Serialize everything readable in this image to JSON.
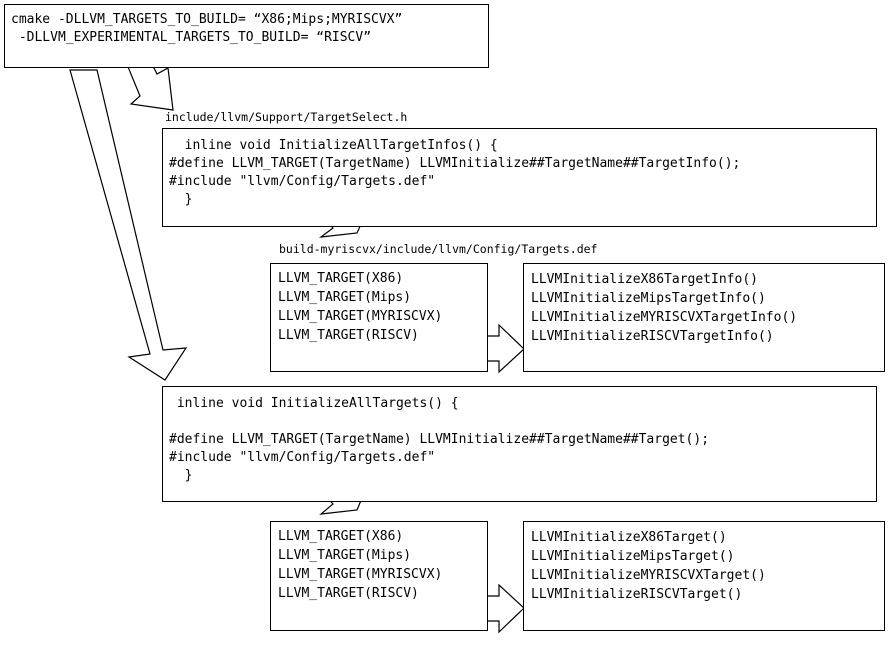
{
  "cmake_box": {
    "lines": [
      "cmake -DLLVM_TARGETS_TO_BUILD= “X86;Mips;MYRISCVX”",
      " -DLLVM_EXPERIMENTAL_TARGETS_TO_BUILD= “RISCV”"
    ]
  },
  "target_select_path": "include/llvm/Support/TargetSelect.h",
  "target_infos_box": {
    "lines": [
      "  inline void InitializeAllTargetInfos() {",
      "#define LLVM_TARGET(TargetName) LLVMInitialize##TargetName##TargetInfo();",
      "#include \"llvm/Config/Targets.def\"",
      "  }"
    ]
  },
  "targets_def_path": "build-myriscvx/include/llvm/Config/Targets.def",
  "targets_def_box_1": {
    "lines": [
      "LLVM_TARGET(X86)",
      "LLVM_TARGET(Mips)",
      "LLVM_TARGET(MYRISCVX)",
      "LLVM_TARGET(RISCV)"
    ]
  },
  "target_info_result_box": {
    "lines": [
      "LLVMInitializeX86TargetInfo()",
      "LLVMInitializeMipsTargetInfo()",
      "LLVMInitializeMYRISCVXTargetInfo()",
      "LLVMInitializeRISCVTargetInfo()"
    ]
  },
  "all_targets_box": {
    "lines": [
      " inline void InitializeAllTargets() {",
      "",
      "#define LLVM_TARGET(TargetName) LLVMInitialize##TargetName##Target();",
      "#include \"llvm/Config/Targets.def\"",
      "  }"
    ]
  },
  "targets_def_box_2": {
    "lines": [
      "LLVM_TARGET(X86)",
      "LLVM_TARGET(Mips)",
      "LLVM_TARGET(MYRISCVX)",
      "LLVM_TARGET(RISCV)"
    ]
  },
  "target_result_box": {
    "lines": [
      "LLVMInitializeX86Target()",
      "LLVMInitializeMipsTarget()",
      "LLVMInitializeMYRISCVXTarget()",
      "LLVMInitializeRISCVTarget()"
    ]
  }
}
